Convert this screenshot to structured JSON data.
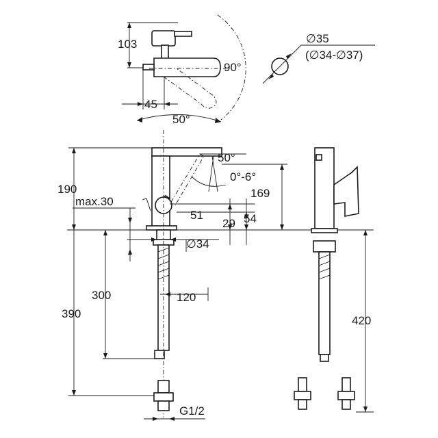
{
  "dimensions": {
    "top_height": "103",
    "top_angle": "90°",
    "top_offset": "45",
    "swing_angle": "50°",
    "diameter_main": "∅35",
    "diameter_range": "(∅34-∅37)",
    "lever_angle": "50°",
    "spout_tilt": "0°-6°",
    "total_height": "190",
    "max_thickness": "max.30",
    "spout_height": "169",
    "spout_reach_51": "51",
    "spout_reach_29": "29",
    "spout_height_54": "54",
    "shank_diameter": "∅34",
    "hose_300": "300",
    "hose_offset": "120",
    "hose_390": "390",
    "hose_420": "420",
    "connection_thread": "G1/2"
  }
}
